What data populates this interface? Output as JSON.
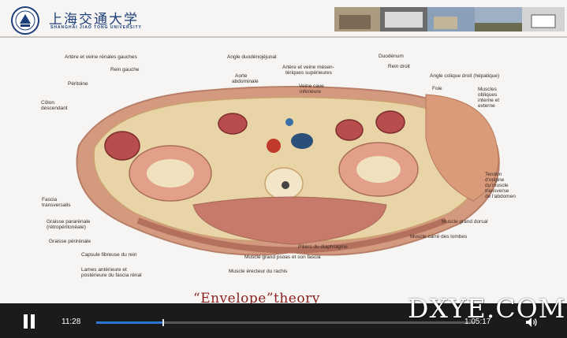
{
  "header": {
    "logo_cn": "上海交通大学",
    "logo_en": "SHANGHAI JIAO TONG UNIVERSITY",
    "logo_icon": "university-seal-icon",
    "banner": "campus-photo-strip"
  },
  "slide": {
    "caption": "“Envelope”theory",
    "labels": {
      "artere_renales": "Artère et veine rénales gauches",
      "angle_duodeno": "Angle duodénojéjunal",
      "duodenum": "Duodénum",
      "rein_gauche": "Rein gauche",
      "artere_mesen_1": "Artère et veine mésen-",
      "artere_mesen_2": "tériques supérieures",
      "rein_droit": "Rein droit",
      "angle_colique": "Angle colique droit (hépatique)",
      "aorte_1": "Aorte",
      "aorte_2": "abdominale",
      "veine_cave_1": "Veine cave",
      "veine_cave_2": "inférieure",
      "foie": "Foie",
      "peritoine": "Péritoine",
      "muscles_obliques_1": "Muscles",
      "muscles_obliques_2": "obliques",
      "muscles_obliques_3": "interne et",
      "muscles_obliques_4": "externe",
      "colon_1": "Côlon",
      "colon_2": "descendant",
      "tendon_1": "Tendon",
      "tendon_2": "d'origine",
      "tendon_3": "du muscle",
      "tendon_4": "transverse",
      "tendon_5": "de l'abdomen",
      "fascia_1": "Fascia",
      "fascia_2": "transversalis",
      "graisse_para_1": "Graisse pararénale",
      "graisse_para_2": "(rétropéritonéale)",
      "muscle_grand_dorsal": "Muscle grand dorsal",
      "graisse_peri": "Graisse périrénale",
      "muscle_carre": "Muscle carré des lombes",
      "capsule": "Capsule fibreuse du rein",
      "piliers": "Piliers du diaphragme",
      "muscle_psoas": "Muscle grand psoas et son fascia",
      "lames_1": "Lames antérieure et",
      "lames_2": "postérieure du fascia rénal",
      "muscle_erecteur": "Muscle érecteur du rachis"
    }
  },
  "watermark": "DXYE.COM",
  "player": {
    "current_time": "11:28",
    "duration": "1:05:17",
    "progress": 0.176,
    "play_icon": "pause-icon",
    "volume_icon": "volume-icon",
    "accent": "#2a78d4"
  }
}
